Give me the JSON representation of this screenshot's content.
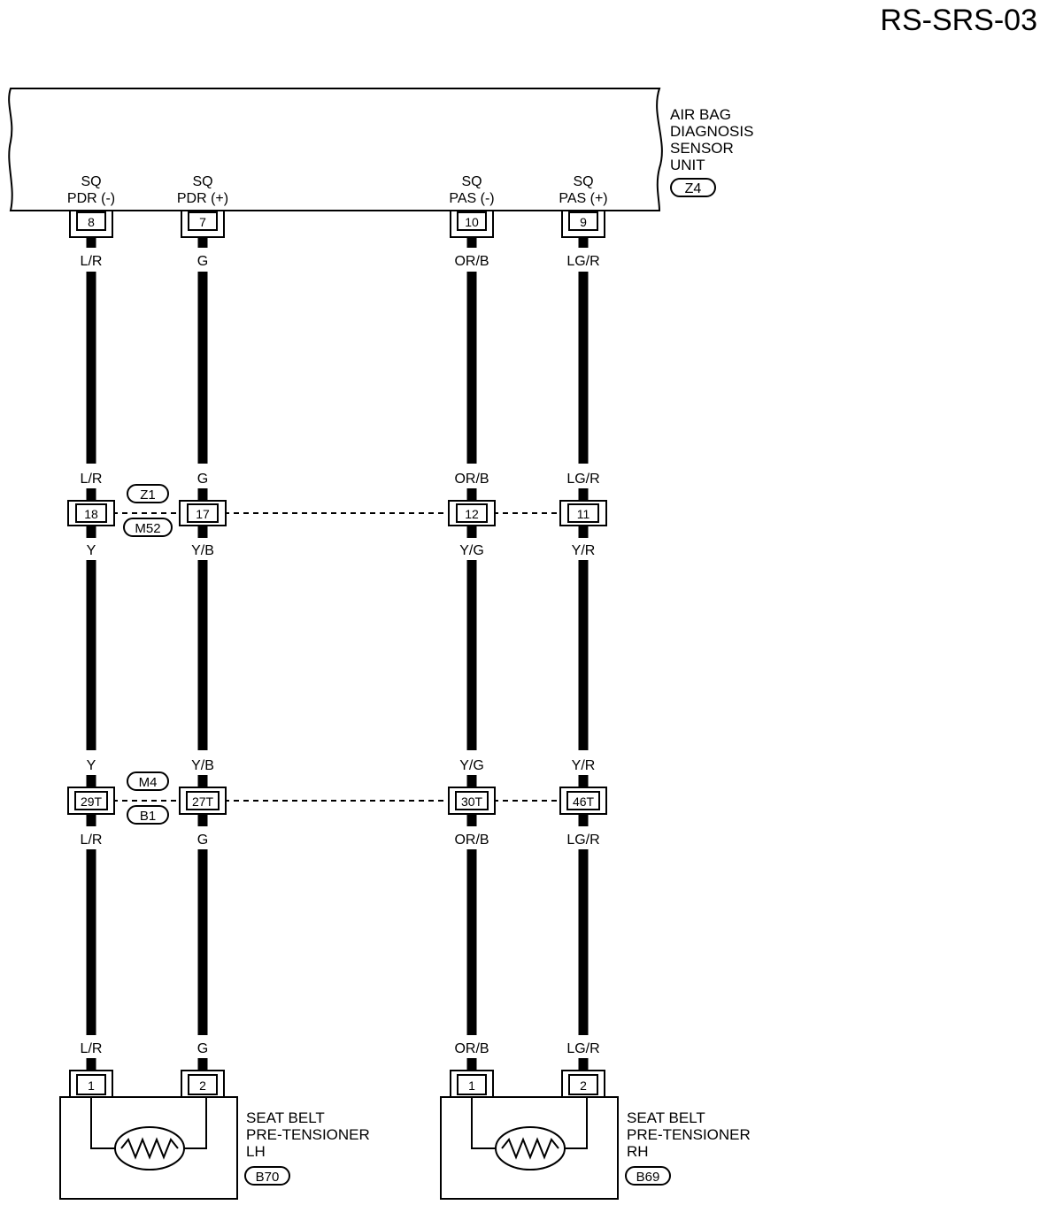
{
  "page_code": "RS-SRS-03",
  "control_unit": {
    "name_lines": [
      "AIR BAG",
      "DIAGNOSIS",
      "SENSOR",
      "UNIT"
    ],
    "connector_id": "Z4",
    "pins": [
      {
        "label_top": "SQ",
        "label_bottom": "PDR (-)",
        "pin": "8"
      },
      {
        "label_top": "SQ",
        "label_bottom": "PDR (+)",
        "pin": "7"
      },
      {
        "label_top": "SQ",
        "label_bottom": "PAS (-)",
        "pin": "10"
      },
      {
        "label_top": "SQ",
        "label_bottom": "PAS (+)",
        "pin": "9"
      }
    ]
  },
  "wires_unit_to_first": [
    "L/R",
    "G",
    "OR/B",
    "LG/R"
  ],
  "first_junction": {
    "connector_top": "Z1",
    "connector_bottom": "M52",
    "wire_above": [
      "L/R",
      "G",
      "OR/B",
      "LG/R"
    ],
    "pins": [
      "18",
      "17",
      "12",
      "11"
    ],
    "wire_below": [
      "Y",
      "Y/B",
      "Y/G",
      "Y/R"
    ]
  },
  "second_junction": {
    "connector_top": "M4",
    "connector_bottom": "B1",
    "wire_above": [
      "Y",
      "Y/B",
      "Y/G",
      "Y/R"
    ],
    "pins": [
      "29T",
      "27T",
      "30T",
      "46T"
    ],
    "wire_below": [
      "L/R",
      "G",
      "OR/B",
      "LG/R"
    ]
  },
  "wires_to_pretensioners": [
    "L/R",
    "G",
    "OR/B",
    "LG/R"
  ],
  "pretensioners": [
    {
      "name_lines": [
        "SEAT BELT",
        "PRE-TENSIONER",
        "LH"
      ],
      "connector_id": "B70",
      "pins": [
        "1",
        "2"
      ]
    },
    {
      "name_lines": [
        "SEAT BELT",
        "PRE-TENSIONER",
        "RH"
      ],
      "connector_id": "B69",
      "pins": [
        "1",
        "2"
      ]
    }
  ]
}
